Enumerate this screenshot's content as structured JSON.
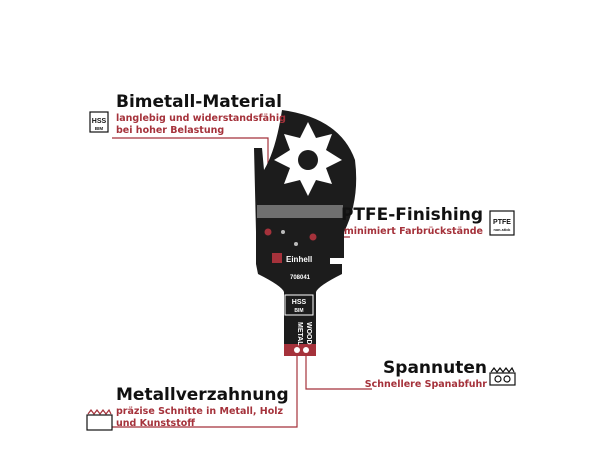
{
  "features": {
    "bimetall": {
      "title": "Bimetall-Material",
      "desc_line1": "langlebig und widerstandsfähig",
      "desc_line2": "bei hoher Belastung",
      "icon": "hss-bim-icon",
      "icon_text_top": "HSS",
      "icon_text_bottom": "BIM"
    },
    "ptfe": {
      "title": "PTFE-Finishing",
      "desc": "minimiert Farbrückstände",
      "icon": "ptfe-non-stick-icon",
      "icon_text_top": "PTFE",
      "icon_text_bottom": "non-stick"
    },
    "spannuten": {
      "title": "Spannuten",
      "desc": "Schnellere Spanabfuhr",
      "icon": "chip-groove-icon"
    },
    "metallverzahnung": {
      "title": "Metallverzahnung",
      "desc_line1": "präzise Schnitte in Metall, Holz",
      "desc_line2": "und Kunststoff",
      "icon": "metal-teeth-icon"
    }
  },
  "blade": {
    "brand": "Einhell",
    "model": "708041",
    "badge_top": "HSS",
    "badge_bottom": "BIM",
    "label_metal": "METAL",
    "label_wood": "WOOD"
  },
  "colors": {
    "accent": "#a5323b",
    "blade": "#1c1c1c",
    "text": "#111111"
  }
}
